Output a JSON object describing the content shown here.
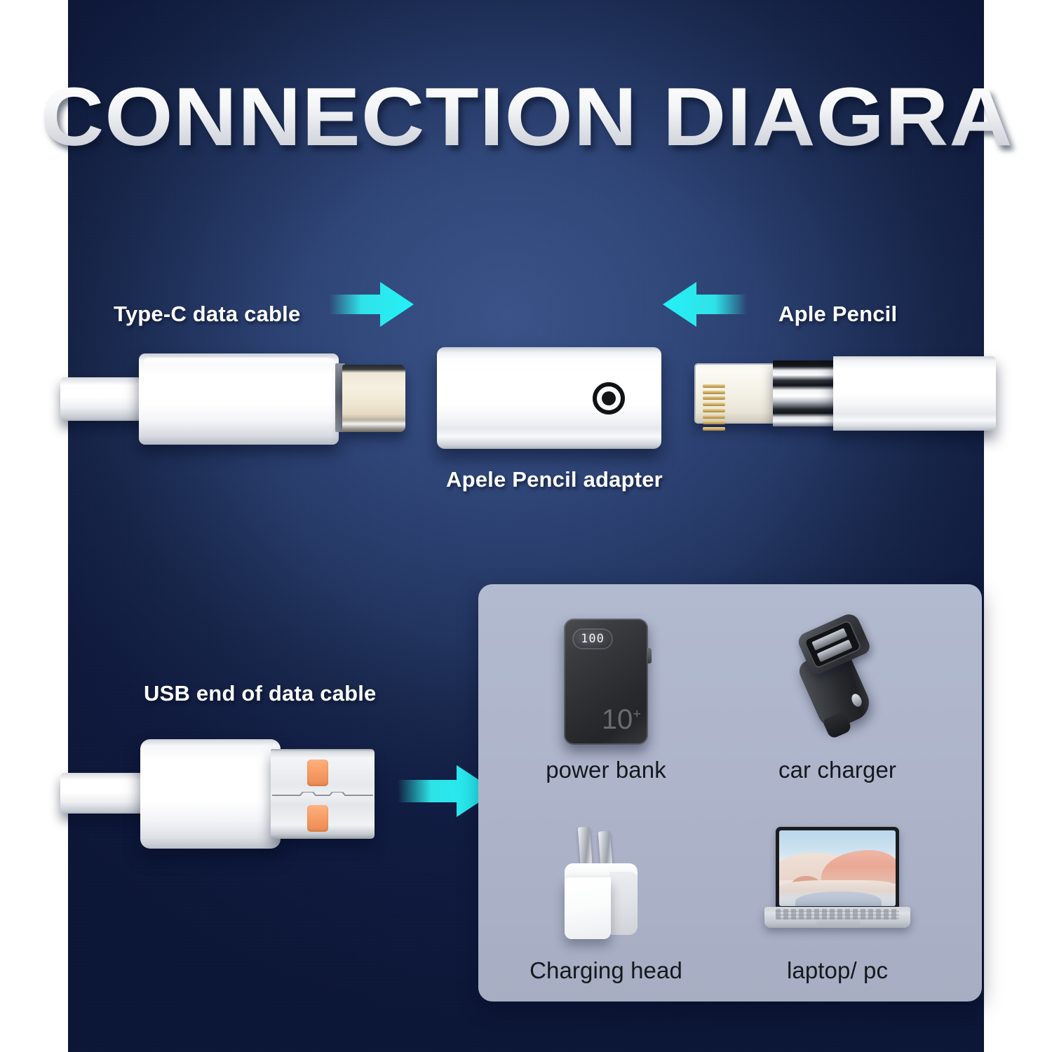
{
  "title": "CONNECTION DIAGRAM",
  "colors": {
    "background_navy_light": "#3a5288",
    "background_navy_dark": "#13204a",
    "arrow_cyan": "#2ff4f4",
    "panel_bluegray": "#aeb5cb",
    "title_white": "#ffffff",
    "usb_pad_orange": "#f79a62",
    "usb_c_tip_gold": "#f0e7d4"
  },
  "labels": {
    "type_c_cable": "Type-C data cable",
    "apple_pencil": "Aple Pencil",
    "pencil_adapter": "Apele Pencil adapter",
    "usb_end": "USB end of data cable"
  },
  "arrows": [
    {
      "name": "arrow-typec-to-adapter",
      "direction": "right"
    },
    {
      "name": "arrow-pencil-to-adapter",
      "direction": "left"
    },
    {
      "name": "arrow-usb-to-devices",
      "direction": "right"
    }
  ],
  "power_bank": {
    "display_value": "100",
    "capacity_mark": "10",
    "capacity_sup": "+"
  },
  "devices": [
    {
      "name": "power-bank",
      "label": "power bank"
    },
    {
      "name": "car-charger",
      "label": "car charger"
    },
    {
      "name": "charging-head",
      "label": "Charging head"
    },
    {
      "name": "laptop-pc",
      "label": "laptop/ pc"
    }
  ]
}
